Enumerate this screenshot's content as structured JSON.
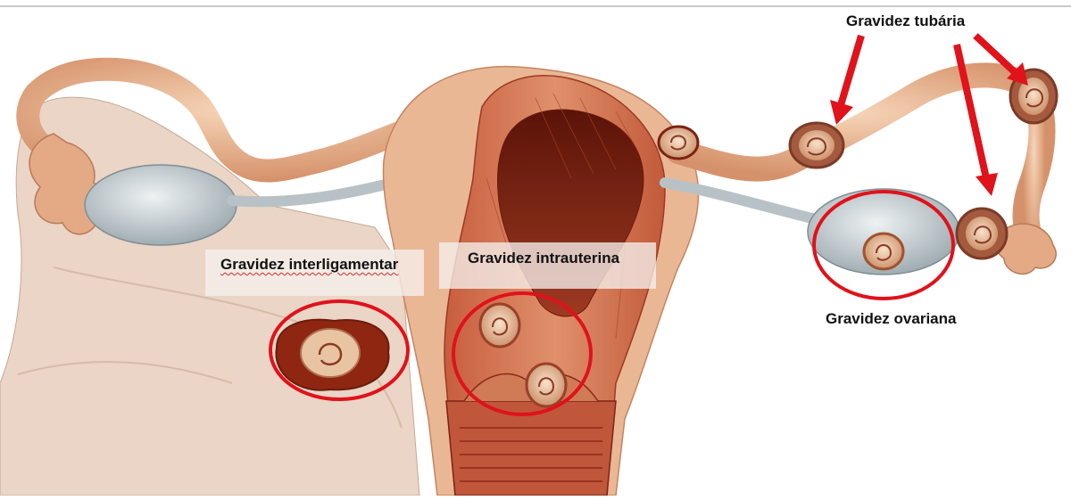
{
  "labels": {
    "tubal": "Gravidez tubária",
    "interligamentar": "Gravidez interligamentar",
    "intrauterine": "Gravidez intrauterina",
    "ovarian": "Gravidez ovariana"
  },
  "colors": {
    "highlight": "#e0121b",
    "tissue_light": "#f1c9a8",
    "tissue_mid": "#dc9a72",
    "muscle": "#b4452e",
    "muscle_dark": "#7c2314",
    "ovary": "#c3cdd1",
    "ligament": "#e5cfc0"
  }
}
